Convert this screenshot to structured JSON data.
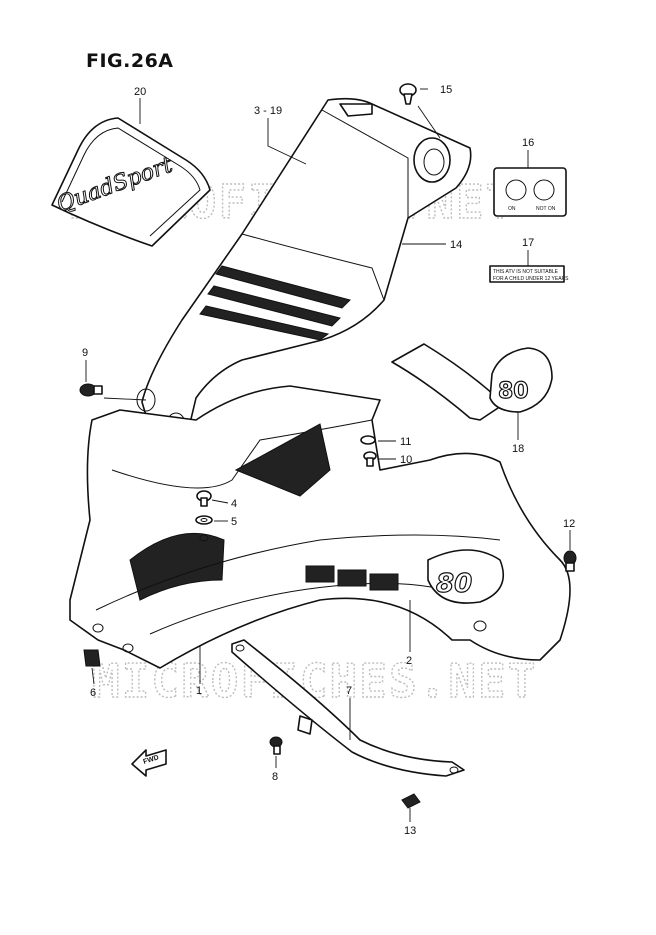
{
  "figure": {
    "title": "FIG.26A"
  },
  "watermark": {
    "text": "MICROFICHES.NET"
  },
  "decals": {
    "quadsport_logo": "QuadSport",
    "number_80": "80",
    "sticker_16_left": "ON",
    "sticker_16_right": "NOT ON",
    "sticker_17_line1": "THIS ATV IS NOT SUITABLE",
    "sticker_17_line2": "FOR A CHILD UNDER 12 YEARS"
  },
  "fwd_arrow": {
    "label": "FWD"
  },
  "callouts": [
    {
      "id": "c1",
      "label": "1"
    },
    {
      "id": "c2",
      "label": "2"
    },
    {
      "id": "c3",
      "label": "3 - 19"
    },
    {
      "id": "c4",
      "label": "4"
    },
    {
      "id": "c5",
      "label": "5"
    },
    {
      "id": "c6",
      "label": "6"
    },
    {
      "id": "c7",
      "label": "7"
    },
    {
      "id": "c8",
      "label": "8"
    },
    {
      "id": "c9",
      "label": "9"
    },
    {
      "id": "c10",
      "label": "10"
    },
    {
      "id": "c11",
      "label": "11"
    },
    {
      "id": "c12",
      "label": "12"
    },
    {
      "id": "c13",
      "label": "13"
    },
    {
      "id": "c14",
      "label": "14"
    },
    {
      "id": "c15",
      "label": "15"
    },
    {
      "id": "c16",
      "label": "16"
    },
    {
      "id": "c17",
      "label": "17"
    },
    {
      "id": "c18",
      "label": "18"
    },
    {
      "id": "c20",
      "label": "20"
    }
  ]
}
